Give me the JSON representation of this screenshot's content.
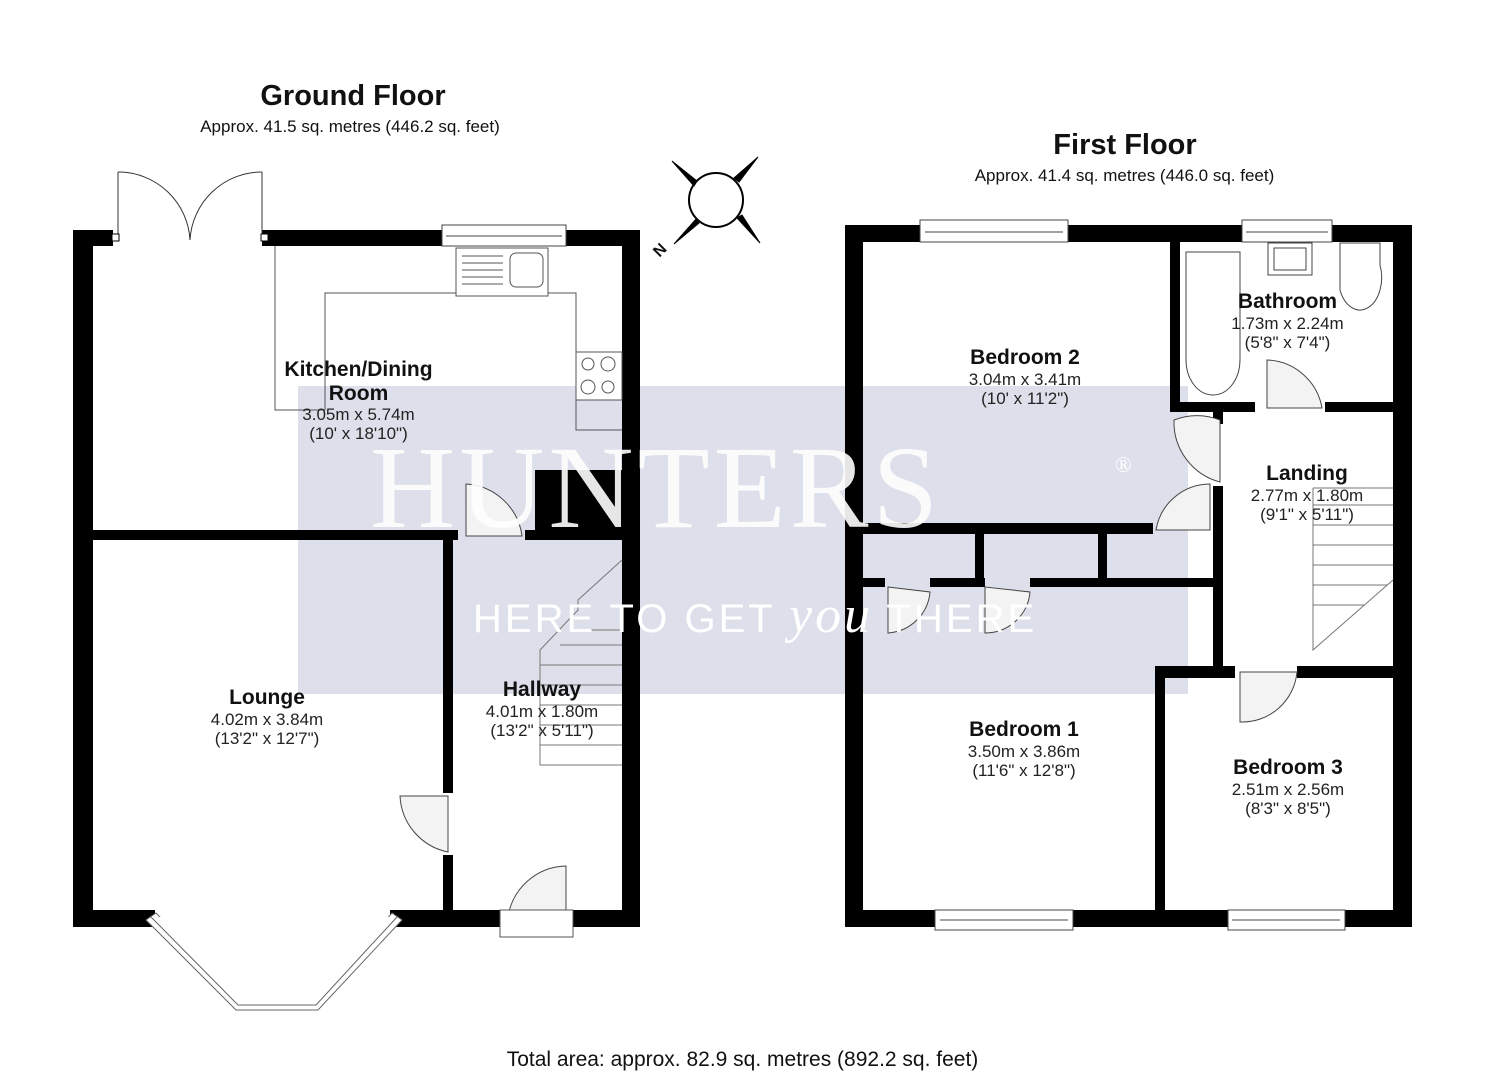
{
  "ground_floor": {
    "title": "Ground Floor",
    "area": "Approx. 41.5 sq. metres (446.2 sq. feet)",
    "rooms": [
      {
        "name": "Kitchen/Dining Room",
        "name_line1": "Kitchen/Dining",
        "name_line2": "Room",
        "metric": "3.05m x 5.74m",
        "imperial": "(10' x 18'10\")"
      },
      {
        "name": "Lounge",
        "metric": "4.02m x 3.84m",
        "imperial": "(13'2\" x 12'7\")"
      },
      {
        "name": "Hallway",
        "metric": "4.01m x 1.80m",
        "imperial": "(13'2\" x 5'11\")"
      }
    ]
  },
  "first_floor": {
    "title": "First Floor",
    "area": "Approx. 41.4 sq. metres (446.0 sq. feet)",
    "rooms": [
      {
        "name": "Bedroom 2",
        "metric": "3.04m x 3.41m",
        "imperial": "(10' x 11'2\")"
      },
      {
        "name": "Bathroom",
        "metric": "1.73m x 2.24m",
        "imperial": "(5'8\" x 7'4\")"
      },
      {
        "name": "Landing",
        "metric": "2.77m x 1.80m",
        "imperial": "(9'1\" x 5'11\")"
      },
      {
        "name": "Bedroom 1",
        "metric": "3.50m x 3.86m",
        "imperial": "(11'6\" x 12'8\")"
      },
      {
        "name": "Bedroom 3",
        "metric": "2.51m x 2.56m",
        "imperial": "(8'3\" x 8'5\")"
      }
    ]
  },
  "compass": {
    "icon": "compass-icon",
    "north_label": "N"
  },
  "watermark": {
    "brand": "HUNTERS",
    "registered": "®",
    "tagline_a": "HERE TO GET",
    "tagline_b": "you",
    "tagline_c": "THERE",
    "color": "#dde0ea"
  },
  "total_area": "Total area: approx. 82.9 sq. metres (892.2 sq. feet)",
  "colors": {
    "wall": "#000000",
    "background": "#ffffff",
    "watermark_band": "#dde0ea"
  }
}
